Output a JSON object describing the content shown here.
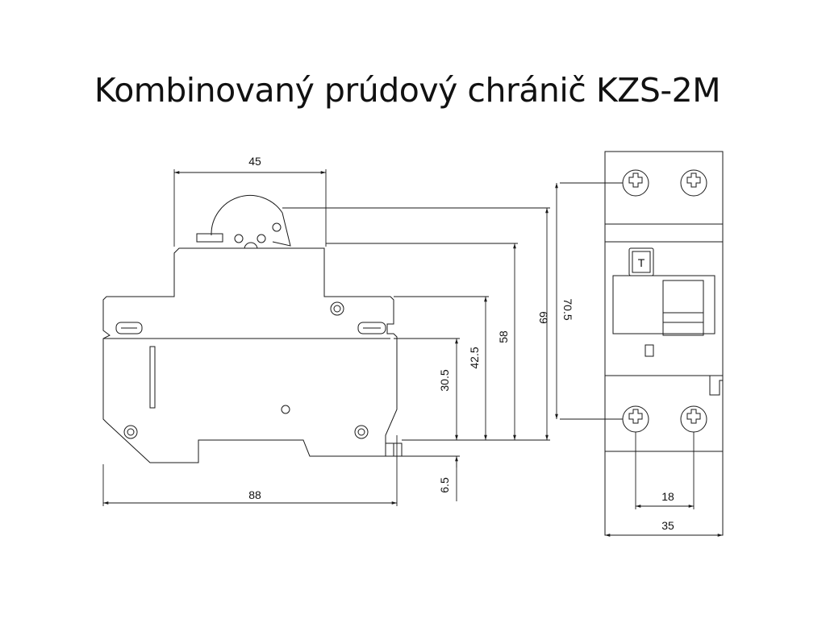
{
  "title": "Kombinovaný prúdový chránič KZS-2M",
  "colors": {
    "line": "#1a1a1a",
    "background": "#ffffff"
  },
  "dimensions": {
    "top_width": "45",
    "overall_width": "88",
    "height_30_5": "30.5",
    "height_42_5": "42.5",
    "height_58": "58",
    "height_69": "69",
    "height_70_5": "70.5",
    "base_6_5": "6.5",
    "terminal_spacing": "18",
    "module_width": "35"
  },
  "test_button_label": "T"
}
